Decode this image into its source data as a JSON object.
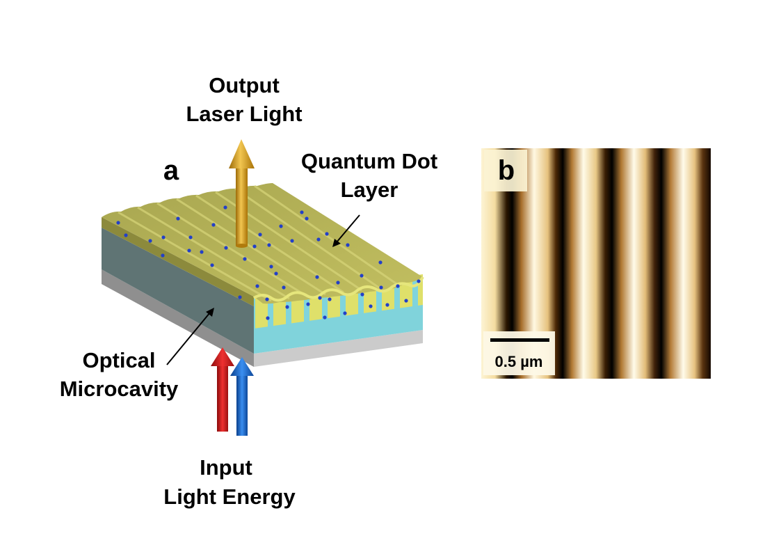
{
  "panel_a": {
    "label": "a",
    "output_label": [
      "Output",
      "Laser Light"
    ],
    "qd_label": [
      "Quantum Dot",
      "Layer"
    ],
    "cavity_label": [
      "Optical",
      "Microcavity"
    ],
    "input_label": [
      "Input",
      "Light Energy"
    ]
  },
  "panel_b": {
    "label": "b",
    "scalebar_label": "0.5 µm"
  },
  "colors": {
    "qd_layer": "#b8b55a",
    "grating": "#dfe06a",
    "cavity_front": "#80d4dc",
    "cavity_side": "#5f7373",
    "substrate": "#c9c9c9",
    "dots": "#2340c8",
    "output_arrow": "#e6a010",
    "input_arrow_red": "#d81818",
    "input_arrow_blue": "#1565cc"
  }
}
